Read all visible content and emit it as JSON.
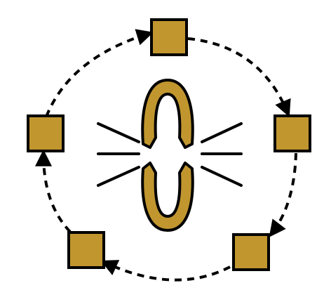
{
  "colors": {
    "background": "#ffffff",
    "node_fill": "#c1962f",
    "outline": "#000000",
    "ring_fill": "#c1962f"
  },
  "diagram": {
    "node_shape": "square",
    "node_count": 5,
    "cycle_direction": "clockwise",
    "connector_style": "dashed-arrow",
    "center_icon": "broken-ring-icon",
    "center_decoration": "radiating-lines"
  }
}
